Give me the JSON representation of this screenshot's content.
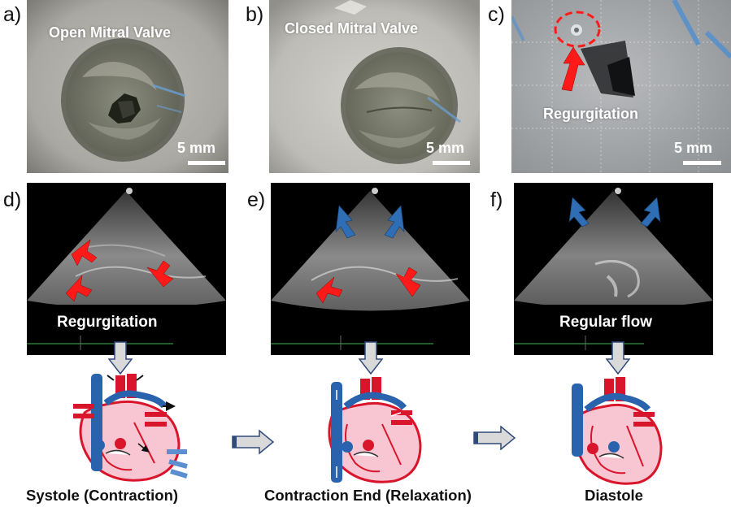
{
  "figure": {
    "panels": {
      "a": {
        "letter": "a)",
        "title": "Open Mitral Valve",
        "scale": "5 mm"
      },
      "b": {
        "letter": "b)",
        "title": "Closed Mitral Valve",
        "scale": "5 mm"
      },
      "c": {
        "letter": "c)",
        "title": "Regurgitation",
        "scale": "5 mm"
      },
      "d": {
        "letter": "d)",
        "label": "Regurgitation"
      },
      "e": {
        "letter": "e)",
        "label": ""
      },
      "f": {
        "letter": "f)",
        "label": "Regular flow"
      }
    },
    "phases": [
      {
        "label": "Systole (Contraction)"
      },
      {
        "label": "Contraction End (Relaxation)"
      },
      {
        "label": "Diastole"
      }
    ],
    "colors": {
      "red_arrow": "#ff1a1a",
      "blue_arrow": "#2f6eb5",
      "heart_pink": "#f8c6d2",
      "heart_red": "#d9152b",
      "heart_blue": "#2a63ad",
      "flow_arrow_fill": "#d9d9d9",
      "flow_arrow_stroke": "#2f4a7a"
    }
  }
}
